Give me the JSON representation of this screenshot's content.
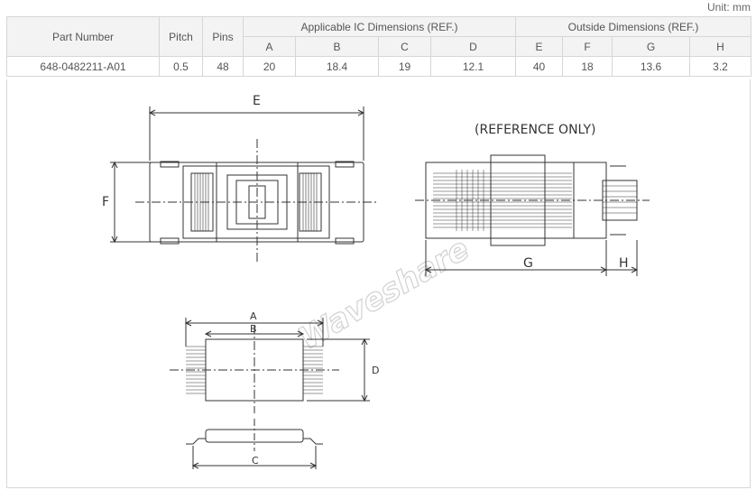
{
  "unit_label": "Unit: mm",
  "table": {
    "headers": {
      "part_number": "Part Number",
      "pitch": "Pitch",
      "pins": "Pins",
      "ic_group": "Applicable IC Dimensions (REF.)",
      "outside_group": "Outside Dimensions (REF.)",
      "cols": [
        "A",
        "B",
        "C",
        "D",
        "E",
        "F",
        "G",
        "H"
      ]
    },
    "row": {
      "part_number": "648-0482211-A01",
      "pitch": "0.5",
      "pins": "48",
      "values": [
        "20",
        "18.4",
        "19",
        "12.1",
        "40",
        "18",
        "13.6",
        "3.2"
      ]
    }
  },
  "drawing": {
    "reference_note": "(REFERENCE ONLY)",
    "labels": {
      "E": "E",
      "F": "F",
      "G": "G",
      "H": "H",
      "A": "A",
      "B": "B",
      "C": "C",
      "D": "D"
    },
    "watermark": "Waveshare"
  }
}
